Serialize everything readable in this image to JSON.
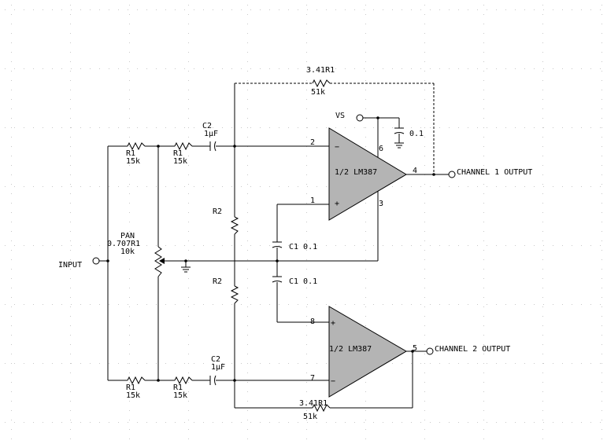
{
  "labels": {
    "input": "INPUT",
    "pan": "PAN",
    "pan_ratio": "0.707R1",
    "pan_value": "10k",
    "r1": "R1",
    "r1_value": "15k",
    "c2": "C2",
    "c2_value": "1µF",
    "r2": "R2",
    "c1": "C1 0.1",
    "feedback_ratio": "3.41R1",
    "feedback_value": "51k",
    "vs": "VS",
    "bypass_value": "0.1",
    "amp": "1/2 LM387",
    "ch1_output": "CHANNEL 1 OUTPUT",
    "ch2_output": "CHANNEL 2 OUTPUT",
    "pins": {
      "p1": "1",
      "p2": "2",
      "p3": "3",
      "p4": "4",
      "p5": "5",
      "p6": "6",
      "p7": "7",
      "p8": "8"
    },
    "minus": "−",
    "plus": "+"
  }
}
